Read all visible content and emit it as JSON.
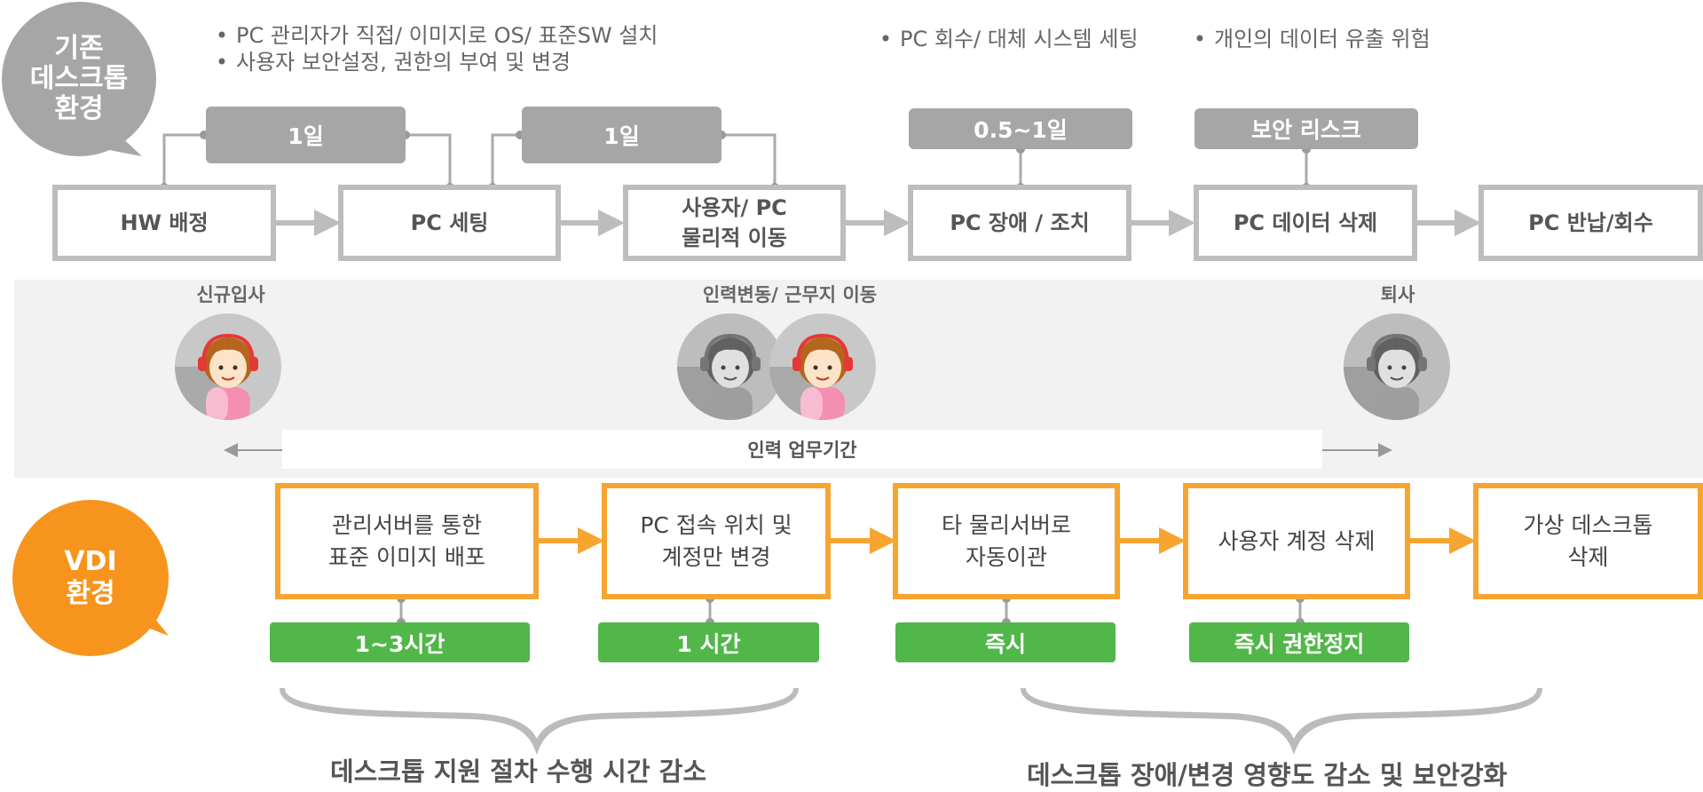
{
  "legacy": {
    "label": "기존\n데스크톱\n환경",
    "bullets": [
      "PC 관리자가 직접/  이미지로 OS/ 표준SW 설치",
      "사용자 보안설정, 권한의 부여 및 변경",
      "PC 회수/ 대체 시스템 세팅",
      "개인의 데이터 유출 위험"
    ],
    "steps": [
      "HW 배정",
      "PC 세팅",
      "사용자/ PC\n물리적 이동",
      "PC 장애 / 조치",
      "PC 데이터 삭제",
      "PC 반납/회수"
    ],
    "tags": [
      "1일",
      "1일",
      "0.5~1일",
      "보안 리스크"
    ]
  },
  "staff": {
    "labels": [
      "신규입사",
      "인력변동/ 근무지 이동",
      "퇴사"
    ],
    "period": "인력 업무기간"
  },
  "vdi": {
    "label": "VDI\n환경",
    "steps": [
      "관리서버를 통한\n표준 이미지 배포",
      "PC 접속 위치 및\n계정만 변경",
      "타 물리서버로\n자동이관",
      "사용자 계정 삭제",
      "가상 데스크톱\n삭제"
    ],
    "tags": [
      "1~3시간",
      "1 시간",
      "즉시",
      "즉시 권한정지"
    ]
  },
  "summaries": [
    "데스크톱 지원 절차 수행 시간 감소",
    "데스크톱 장애/변경 영향도 감소 및 보안강화"
  ],
  "colors": {
    "gray": "#a6a6a6",
    "orange": "#f7941d",
    "green": "#50b748",
    "band": "#f2f2f2"
  }
}
